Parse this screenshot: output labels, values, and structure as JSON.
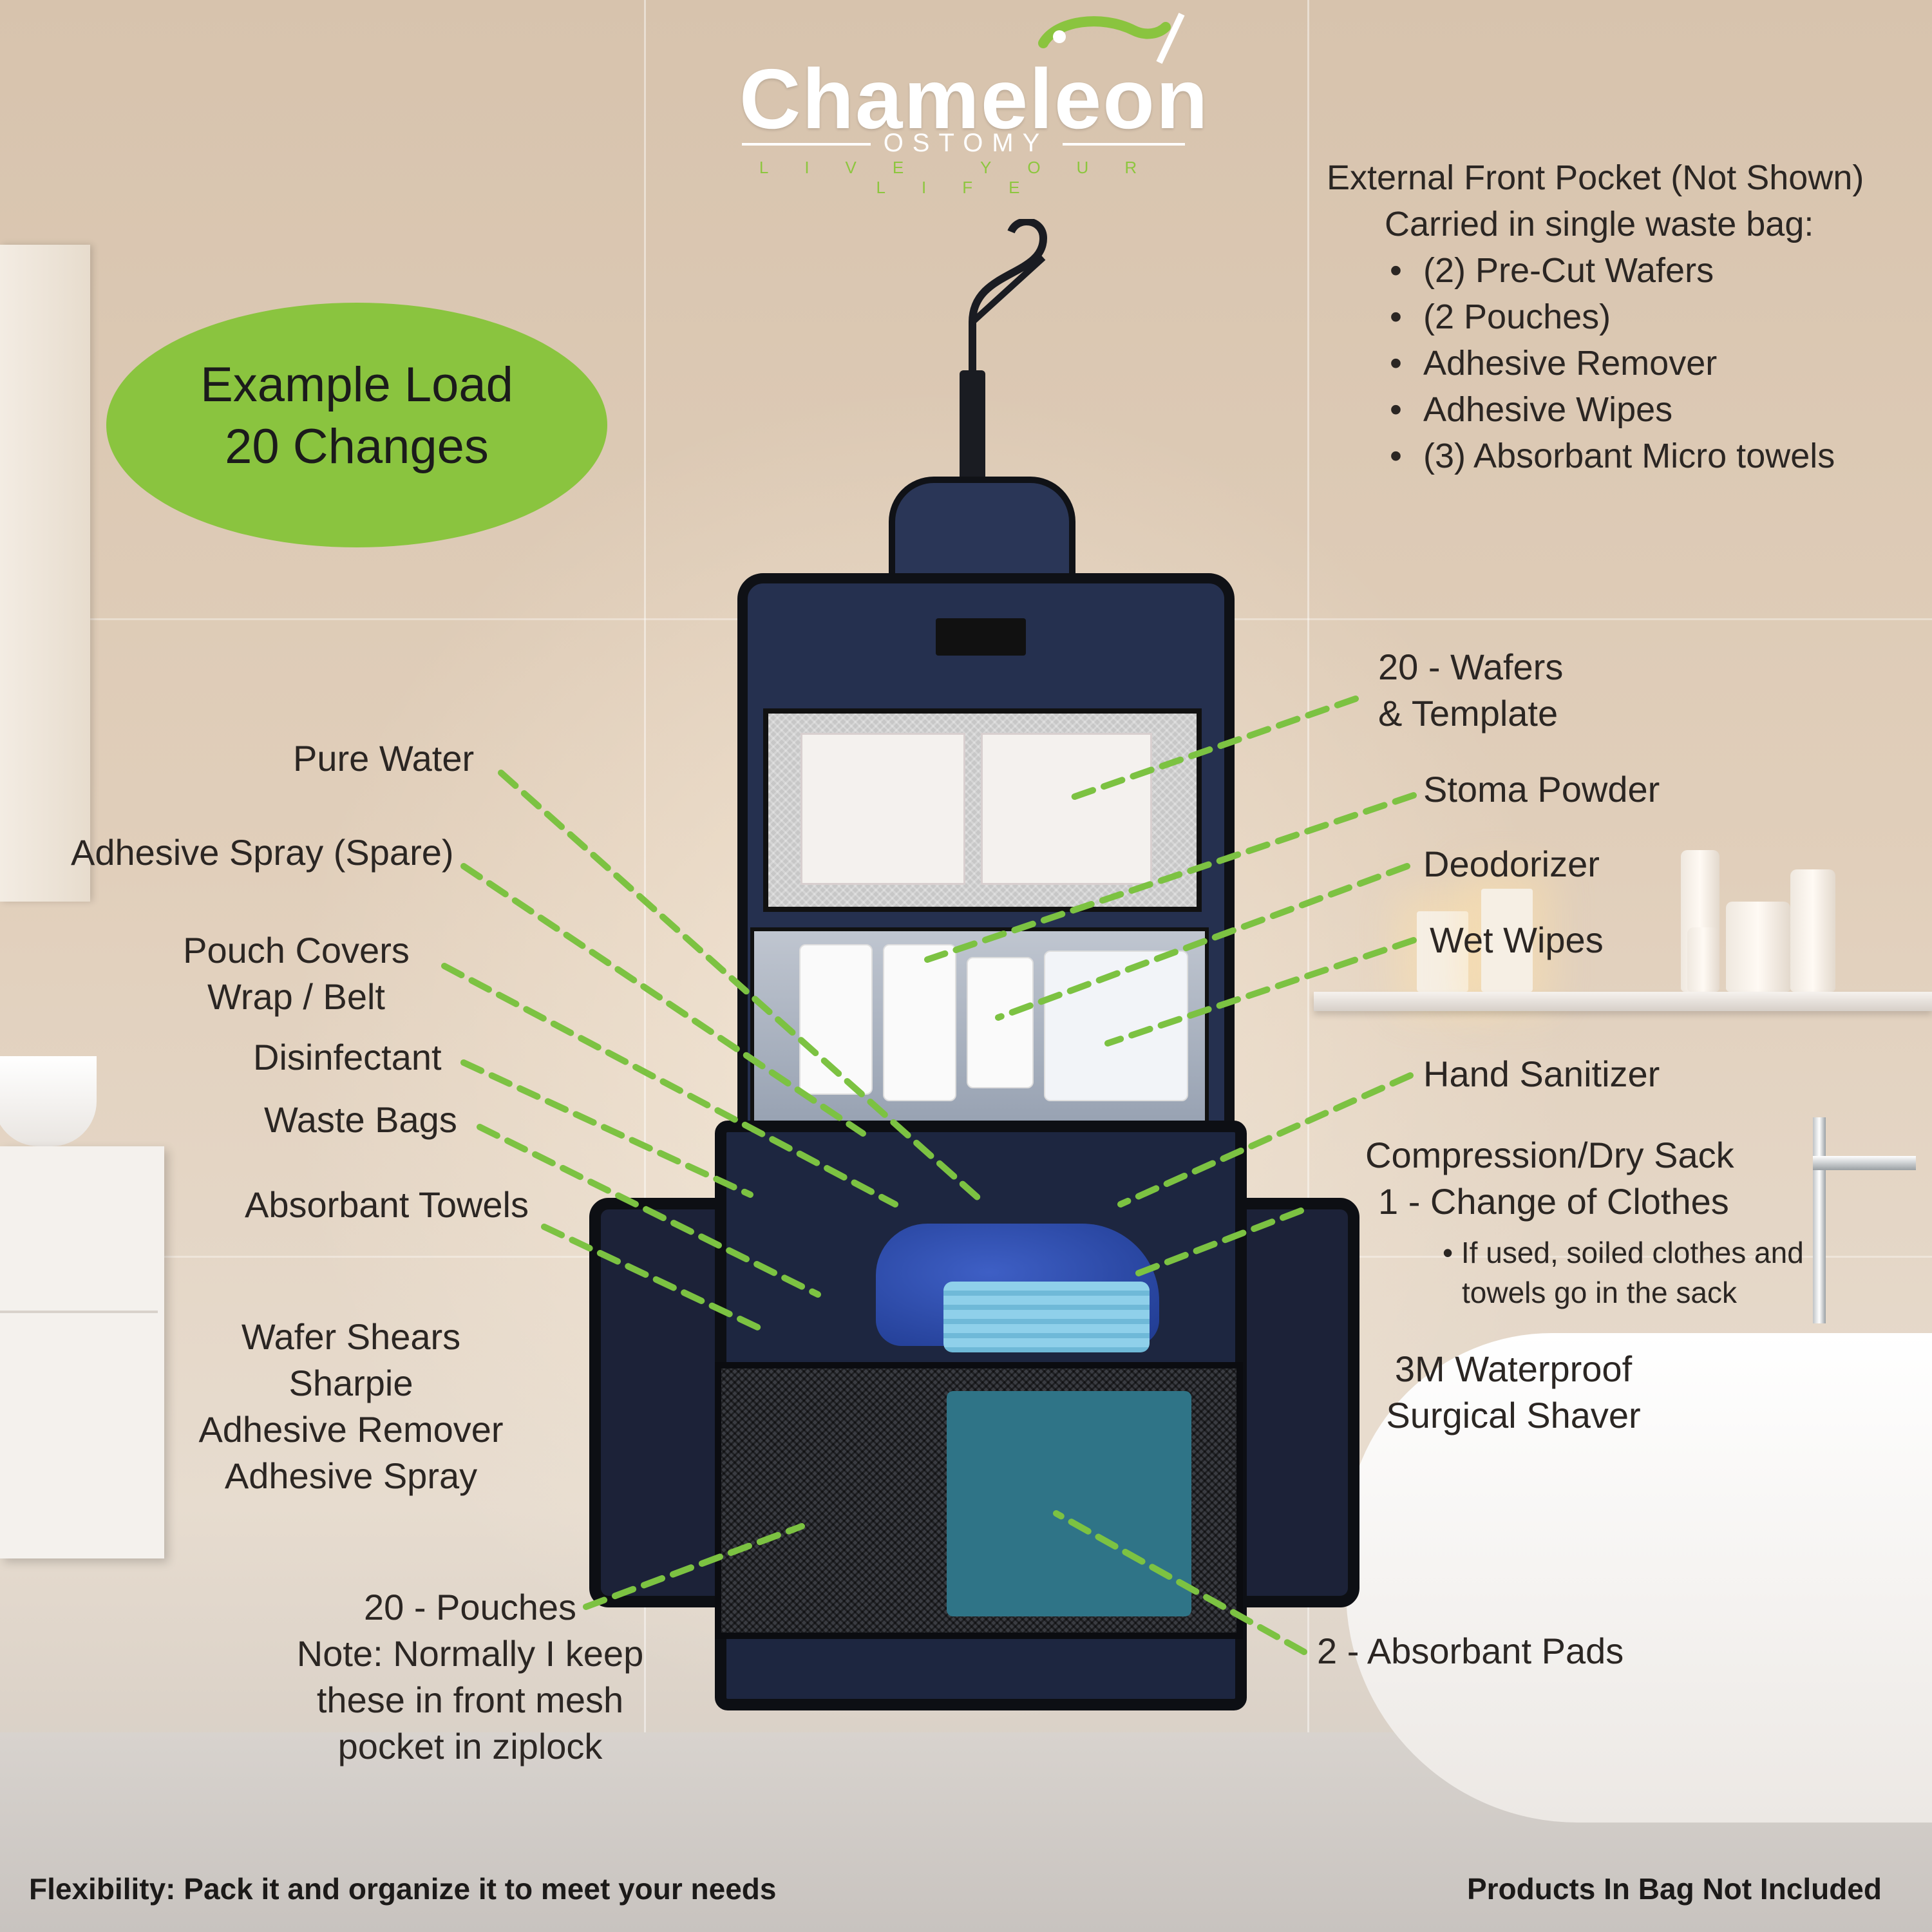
{
  "logo": {
    "wordmark": "Chameleon",
    "sub": "OSTOMY",
    "tagline": "LIVE YOUR LIFE"
  },
  "badge": {
    "line1": "Example Load",
    "line2": "20 Changes"
  },
  "external_pocket": {
    "title": "External Front Pocket (Not Shown)",
    "subtitle": "Carried in single waste bag:",
    "items": [
      "(2) Pre-Cut Wafers",
      " (2 Pouches)",
      "Adhesive Remover",
      "Adhesive Wipes",
      "(3) Absorbant Micro towels"
    ]
  },
  "left_labels": {
    "pure_water": "Pure Water",
    "adhesive_spray_spare": "Adhesive Spray (Spare)",
    "pouch_covers_1": "Pouch Covers",
    "pouch_covers_2": "Wrap / Belt",
    "disinfectant": "Disinfectant",
    "waste_bags": "Waste Bags",
    "absorbant_towels": "Absorbant Towels",
    "side_pocket": [
      "Wafer Shears",
      "Sharpie",
      "Adhesive Remover",
      "Adhesive Spray"
    ],
    "pouches": [
      "20 - Pouches",
      "Note: Normally I keep",
      "these in front mesh",
      "pocket in ziplock"
    ]
  },
  "right_labels": {
    "wafers_1": "20 - Wafers",
    "wafers_2": "& Template",
    "stoma_powder": "Stoma Powder",
    "deodorizer": "Deodorizer",
    "wet_wipes": "Wet Wipes",
    "hand_sanitizer": "Hand Sanitizer",
    "compression_1": "Compression/Dry Sack",
    "compression_2": "1 - Change of Clothes",
    "compression_note_1": "If used, soiled clothes and",
    "compression_note_2": "towels go in the sack",
    "shaver_1": "3M Waterproof",
    "shaver_2": "Surgical Shaver",
    "absorbant_pads": "2 - Absorbant Pads"
  },
  "footer": {
    "left": "Flexibility:  Pack it and organize it to meet your needs",
    "right": "Products In Bag Not Included"
  },
  "colors": {
    "accent_green": "#8ac43f",
    "leader_green": "#7cc242",
    "bag_navy": "#25304f"
  }
}
